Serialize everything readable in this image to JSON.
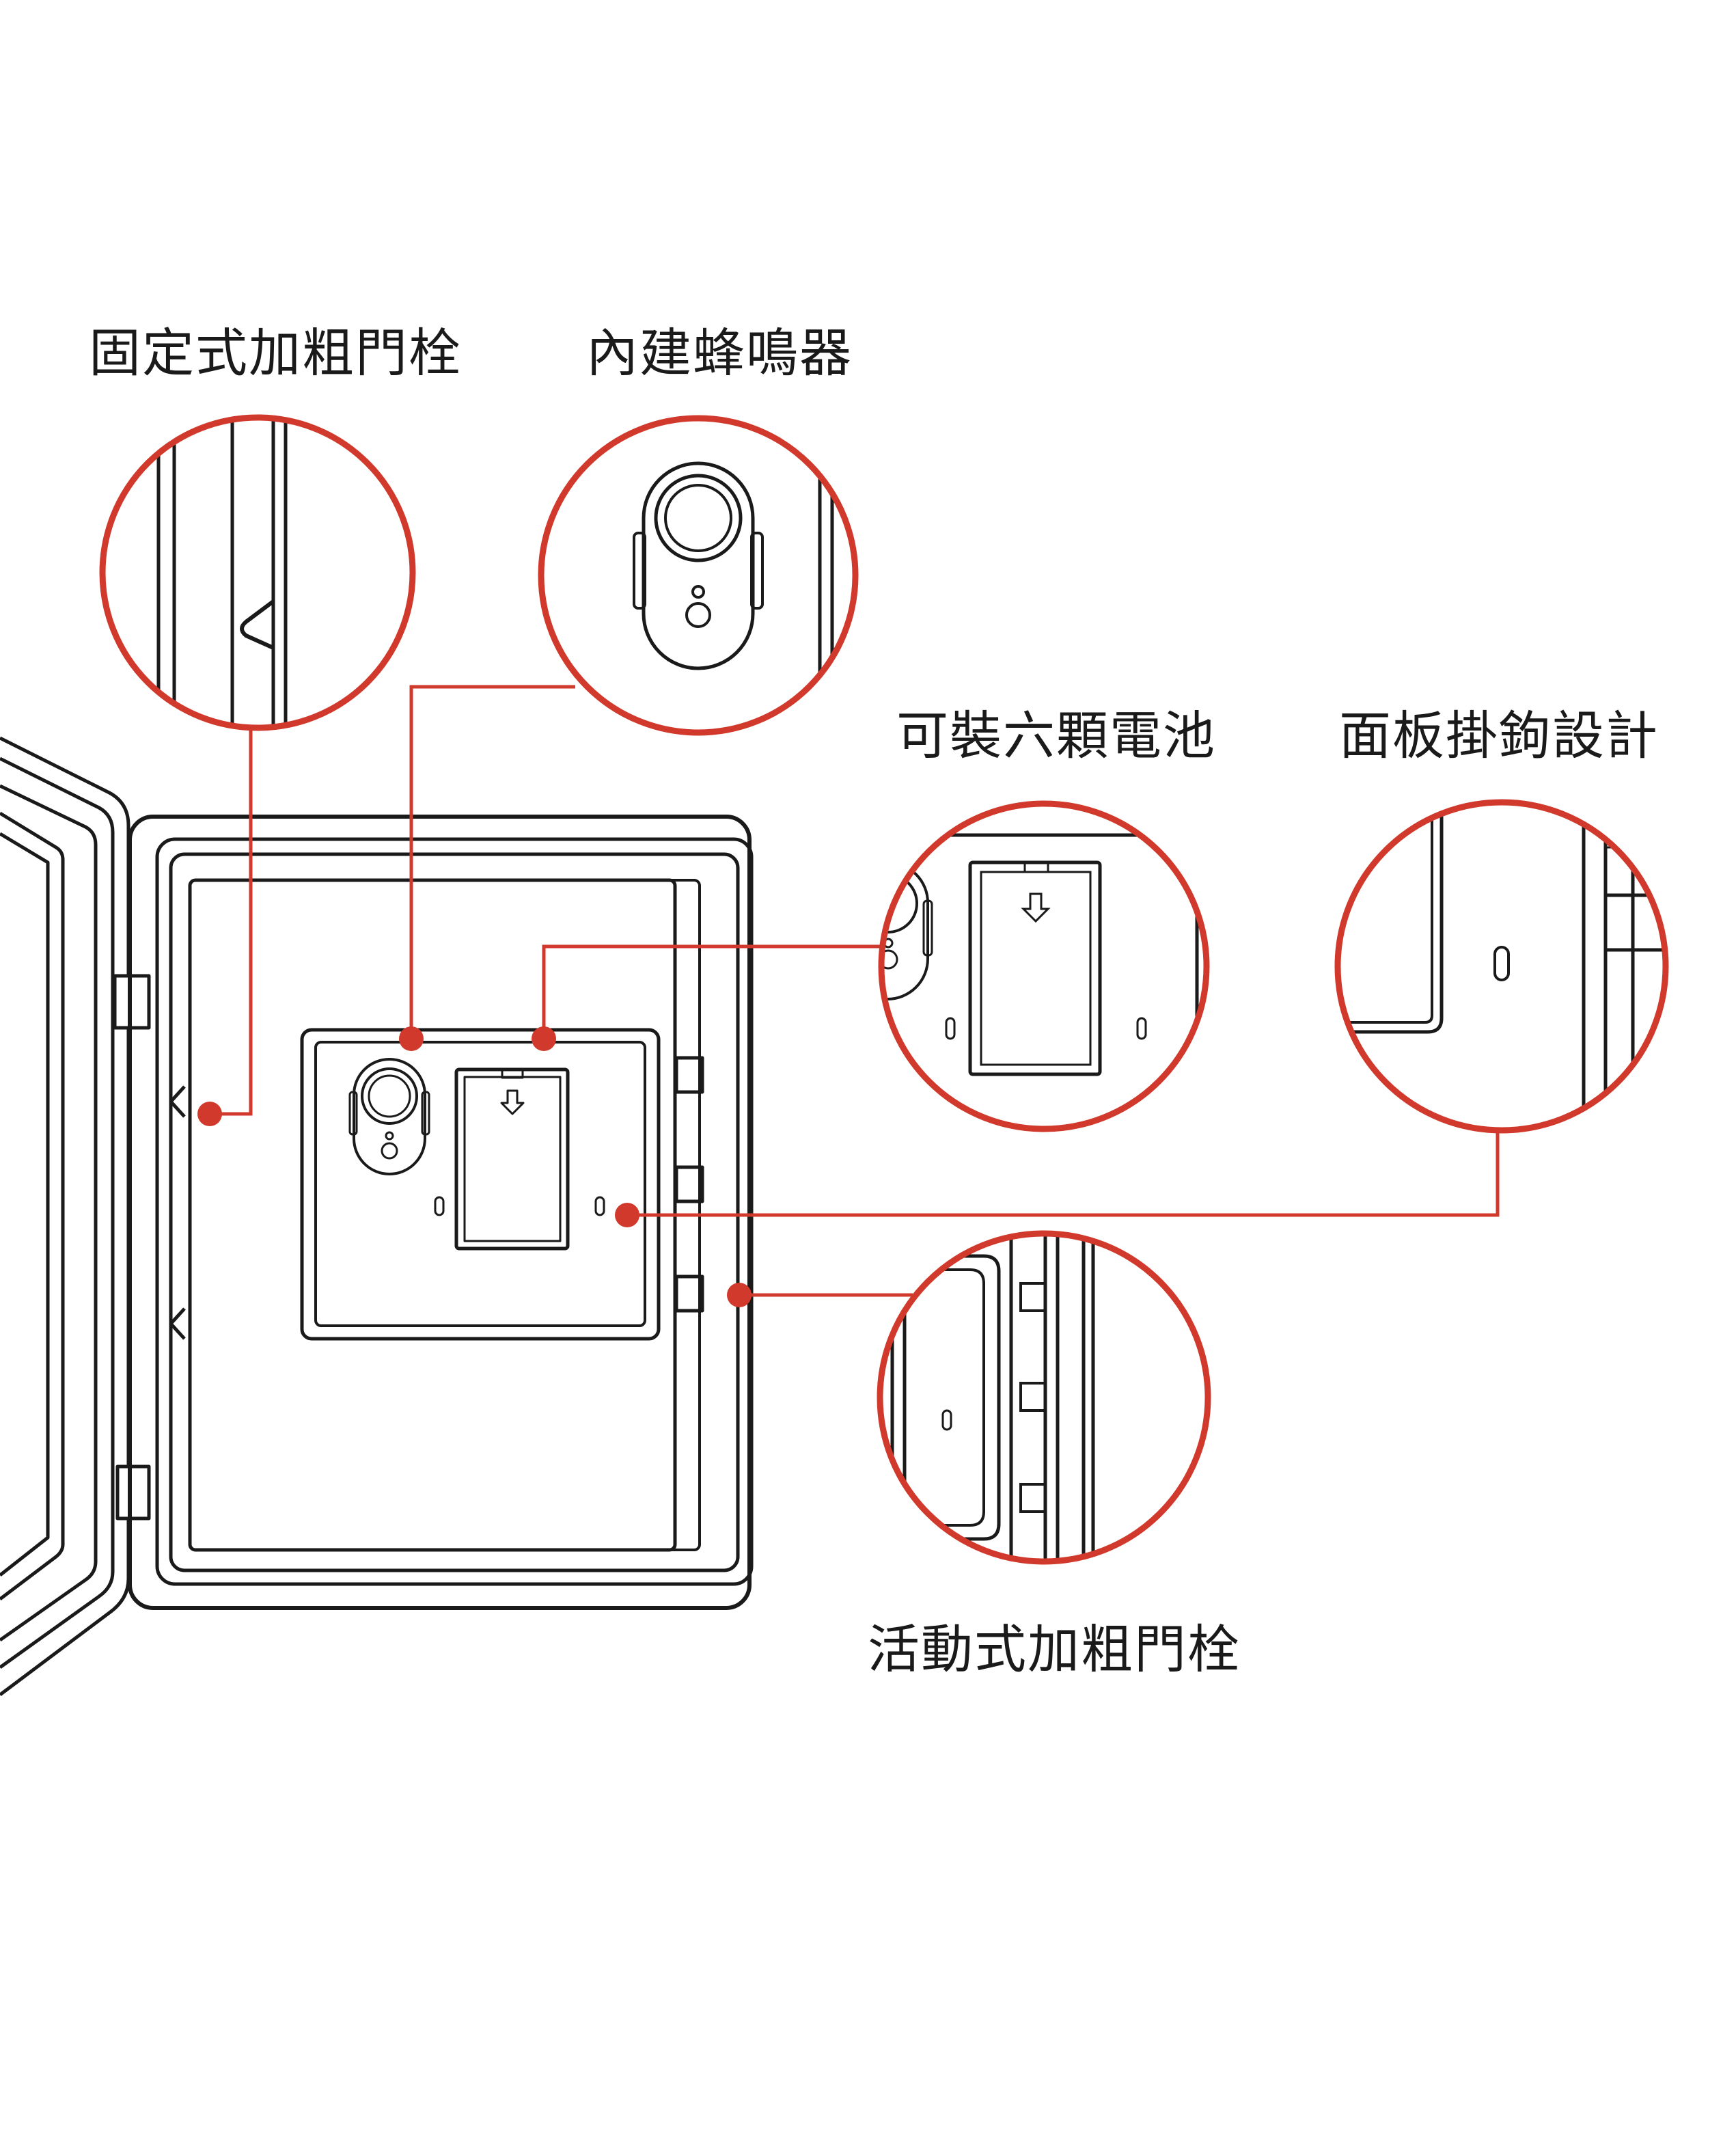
{
  "labels": {
    "fixed_latch": "固定式加粗門栓",
    "buzzer": "內建蜂鳴器",
    "battery": "可裝六顆電池",
    "panel_hook": "面板掛鉤設計",
    "movable_latch": "活動式加粗門栓"
  },
  "colors": {
    "accent": "#d0392b",
    "line": "#1a1a1a",
    "background": "#ffffff"
  },
  "icons": {
    "battery_arrow": "down-arrow-icon"
  }
}
